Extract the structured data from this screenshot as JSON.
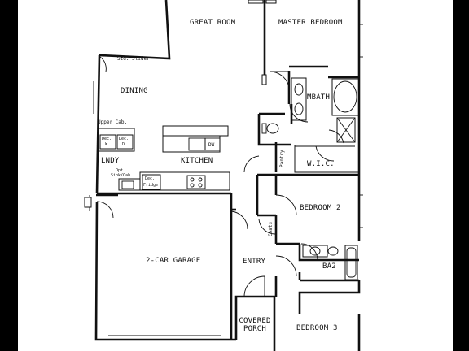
{
  "rooms": {
    "great_room": "GREAT ROOM",
    "master_bedroom": "MASTER BEDROOM",
    "dining": "DINING",
    "kitchen": "KITCHEN",
    "lndy": "LNDY",
    "mbath": "MBATH",
    "wic": "W.I.C.",
    "bedroom2": "BEDROOM 2",
    "ba2": "BA2",
    "garage": "2-CAR GARAGE",
    "entry": "ENTRY",
    "covered_porch_1": "COVERED",
    "covered_porch_2": "PORCH",
    "bedroom3": "BEDROOM 3"
  },
  "fixtures": {
    "std_slider": "Std. Slider",
    "upper_cab": "Upper Cab.",
    "dw": "DW",
    "pantry": "Pantry",
    "coats": "Coats",
    "dec_fridge_1": "Dec.",
    "dec_fridge_2": "Fridge",
    "opt_sink_1": "Opt.",
    "opt_sink_2": "Sink/Cab.",
    "dec_w_1": "Dec.",
    "dec_w_2": "W",
    "dec_d_1": "Dec.",
    "dec_d_2": "D"
  }
}
